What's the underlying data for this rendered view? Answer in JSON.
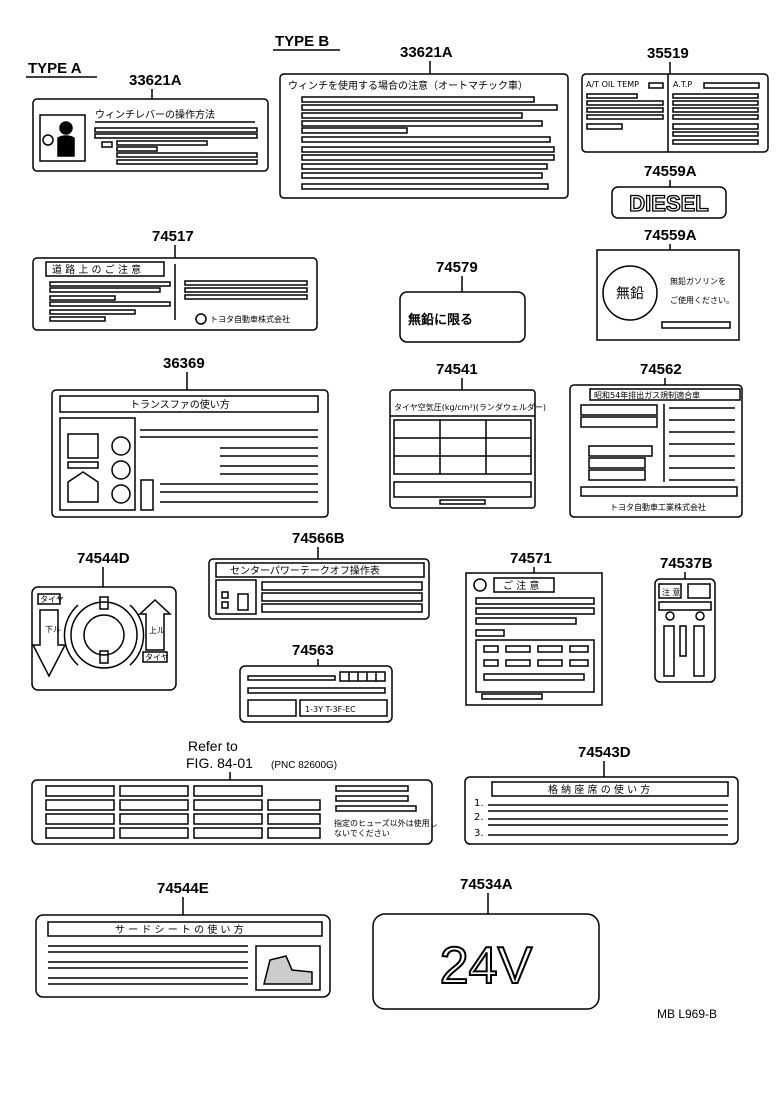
{
  "type_labels": {
    "a": "TYPE  A",
    "b": "TYPE  B"
  },
  "part_numbers": {
    "p33621a_left": "33621A",
    "p33621a_right": "33621A",
    "p35519": "35519",
    "p74559a_1": "74559A",
    "p74559a_2": "74559A",
    "p74517": "74517",
    "p74579": "74579",
    "p36369": "36369",
    "p74541": "74541",
    "p74562": "74562",
    "p74544d": "74544D",
    "p74566b": "74566B",
    "p74571": "74571",
    "p74537b": "74537B",
    "p74563": "74563",
    "p74543d": "74543D",
    "p74544e": "74544E",
    "p74534a": "74534A"
  },
  "refer": {
    "line1": "Refer to",
    "line2": "FIG. 84-01",
    "pnc": "(PNC 82600G)"
  },
  "labels": {
    "winch_lever": "ウィンチレバーの操作方法",
    "winch_auto": "ウィンチを使用する場合の注意（オートマチック車）",
    "atf_temp": "A/T OIL TEMP",
    "atp": "A.T.P",
    "diesel": "DIESEL",
    "unleaded_left": "無鉛",
    "unleaded_note1": "無鉛ガソリンを",
    "unleaded_note2": "ご使用ください。",
    "road_caution": "道 路 上 の ご 注 意",
    "toyota_motor": "トヨタ自動車株式会社",
    "unleaded_only": "無鉛に限る",
    "transfer_use": "トランスファの使い方",
    "tire_pressure": "タイヤ空気圧(kg/cm²)(ランダウェルダー)",
    "emission": "昭和54年排出ガス規制適合車",
    "toyota_ind": "トヨタ自動車工業株式会社",
    "center_pto": "センターパワーテークオフ操作表",
    "caution_box": "ご 注 意",
    "chui": "注  意",
    "engine_code": "1-3Y T-3F-EC",
    "tire_a": "タイヤ",
    "tire_b": "タイヤ",
    "down": "下ル",
    "up": "上ル",
    "fuse_note1": "指定のヒューズ以外は使用し",
    "fuse_note2": "ないでください",
    "hood_use": "格 納 座 席 の 使 い 方",
    "third_seat": "サ ー ド シ ー ト の 使 い 方",
    "num1": "1.",
    "num2": "2.",
    "num3": "3.",
    "v24": "24V"
  },
  "footer_code": "MB  L969-B"
}
